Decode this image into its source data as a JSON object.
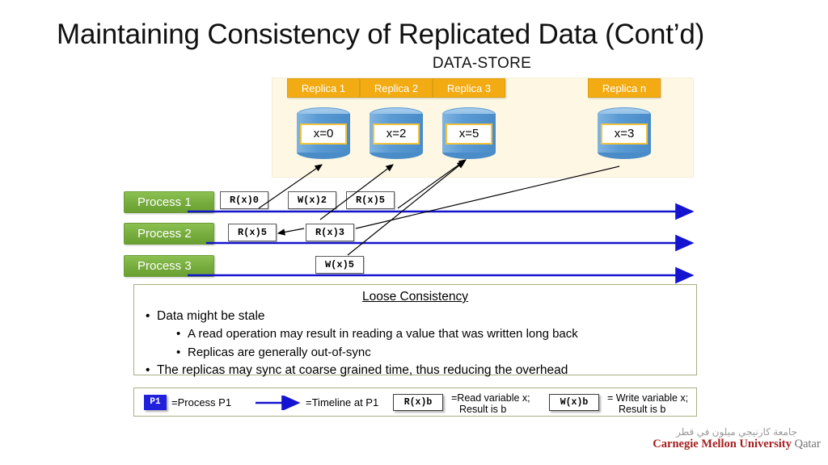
{
  "slide": {
    "title": "Maintaining Consistency of Replicated Data (Cont’d)",
    "datastore_label": "DATA-STORE"
  },
  "datastore": {
    "replicas": [
      {
        "label": "Replica 1",
        "value": "x=0"
      },
      {
        "label": "Replica 2",
        "value": "x=2"
      },
      {
        "label": "Replica 3",
        "value": "x=5"
      },
      {
        "label": "Replica n",
        "value": "x=3"
      }
    ]
  },
  "processes": [
    {
      "label": "Process 1",
      "ops": [
        "R(x)0",
        "W(x)2",
        "R(x)5"
      ]
    },
    {
      "label": "Process 2",
      "ops": [
        "R(x)5",
        "R(x)3"
      ]
    },
    {
      "label": "Process 3",
      "ops": [
        "W(x)5"
      ]
    }
  ],
  "loose_consistency": {
    "title": "Loose Consistency",
    "line1": "Data might be stale",
    "line2": "A read operation may result in reading a value that was written long back",
    "line3": "Replicas are generally out-of-sync",
    "line4": "The replicas may sync at coarse grained time, thus reducing the overhead"
  },
  "legend": {
    "p1_badge": "P1",
    "p1_text": "=Process P1",
    "timeline_text": "=Timeline at P1",
    "read_box": "R(x)b",
    "read_desc_line1": "=Read variable x;",
    "read_desc_line2": "Result is b",
    "write_box": "W(x)b",
    "write_desc_line1": "= Write variable x;",
    "write_desc_line2": "Result is b"
  },
  "logo": {
    "arabic": "جامعة كارنيجي ميلون في قطر",
    "english_main": "Carnegie Mellon University",
    "english_sub": "Qatar"
  },
  "colors": {
    "replica_label": "#f3ab13",
    "cylinder": "#5b9bd5",
    "process_label": "#77ad3e",
    "timeline": "#1414d0",
    "box_border": "#a9ae85",
    "panel_bg": "#fdf7e4"
  }
}
